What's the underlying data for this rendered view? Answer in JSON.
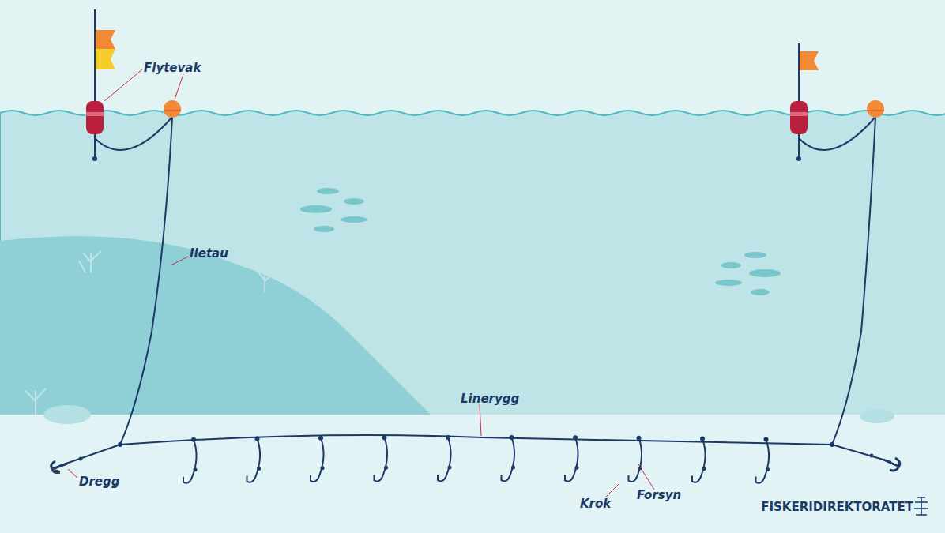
{
  "diagram": {
    "labels": [
      "Flytevak",
      "Iletau",
      "Linerygg",
      "Dregg",
      "Krok",
      "Forsyn",
      "FISKERIDIREKTORATET"
    ]
  }
}
